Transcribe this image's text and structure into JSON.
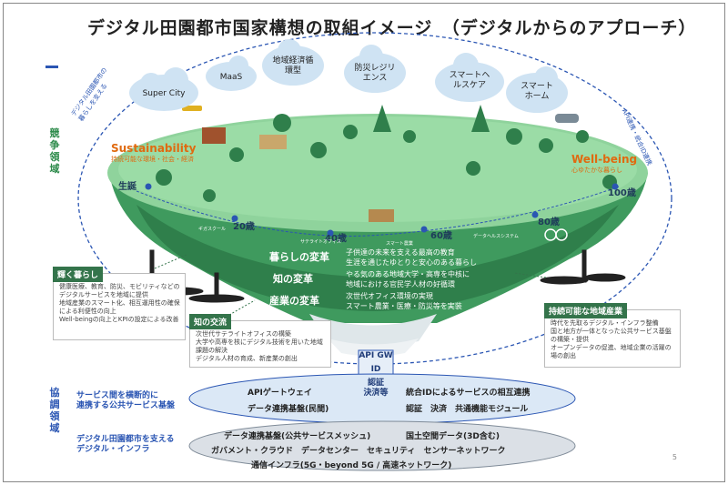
{
  "title": "デジタル田園都市国家構想の取組イメージ　（デジタルからのアプローチ）",
  "side_labels": {
    "competition": "競争領域",
    "cooperation": "協調領域"
  },
  "clouds": [
    "Super City",
    "MaaS",
    "地域経済循環型",
    "防災レジリエンス",
    "スマートヘルスケア",
    "スマートホーム"
  ],
  "sustainability": {
    "title": "Sustainability",
    "subtitle": "持続可能な環境・社会・経済"
  },
  "wellbeing": {
    "title": "Well-being",
    "subtitle": "心ゆたかな暮らし"
  },
  "arc_left": "デジタル田園都市の\n暮らしを支える",
  "arc_right": "API連携・統合ID連携",
  "ages": [
    "生誕",
    "20歳",
    "40歳",
    "60歳",
    "80歳",
    "100歳"
  ],
  "zones": [
    "ギガスクール",
    "サテライトオフィス",
    "スマート農業",
    "データヘルスシステム"
  ],
  "changes": [
    {
      "title": "暮らしの変革",
      "items": [
        "子供達の未来を支える最高の教育",
        "生涯を通じたゆとりと安心のある暮らし"
      ]
    },
    {
      "title": "知の変革",
      "items": [
        "やる気のある地域大学・高専を中核に",
        "地域における官民学人材の好循環"
      ]
    },
    {
      "title": "産業の変革",
      "items": [
        "次世代オフィス環境の実現",
        "スマート農業・医療・防災等を実装"
      ]
    }
  ],
  "boxes": {
    "kagayaku": {
      "title": "輝く暮らし",
      "items": [
        "健康医療、教育、防災、モビリティなどのデジタルサービスを地域に提供",
        "地域産業のスマート化、相互運用性の確保による利便性の向上",
        "Well-beingの向上とKPIの設定による改善"
      ]
    },
    "chi": {
      "title": "知の交流",
      "items": [
        "次世代サテライトオフィスの構築",
        "大学や高専を核にデジタル技術を用いた地域課題の解決",
        "デジタル人材の育成、新産業の創出"
      ]
    },
    "jizoku": {
      "title": "持続可能な地域産業",
      "items": [
        "時代を先取るデジタル・インフラ整備",
        "国と地方が一体となった公共サービス基盤の構築・提供",
        "オープンデータの促進、地域企業の活躍の場の創出"
      ]
    }
  },
  "api_column": [
    "API GW",
    "ID",
    "認証\n決済等"
  ],
  "service_layer": {
    "left": "サービス間を横断的に\n連携する公共サービス基盤",
    "items": [
      "APIゲートウェイ",
      "データ連携基盤(民間)",
      "統合IDによるサービスの相互連携",
      "認証　決済　共通機能モジュール"
    ]
  },
  "infra_layer": {
    "left": "デジタル田園都市を支える\nデジタル・インフラ",
    "items": [
      "データ連携基盤(公共サービスメッシュ)",
      "国土空間データ(3D含む)",
      "ガバメント・クラウド　データセンター　セキュリティ　センサーネットワーク",
      "通信インフラ(5G・beyond 5G / 高速ネットワーク)"
    ]
  },
  "page_number": "5",
  "colors": {
    "green_dark": "#34744b",
    "green_bowl": "#6dbf82",
    "green_top": "#8fd39c",
    "blue": "#2b56b3",
    "orange": "#e06a10",
    "cloud": "#cfe3f3"
  }
}
